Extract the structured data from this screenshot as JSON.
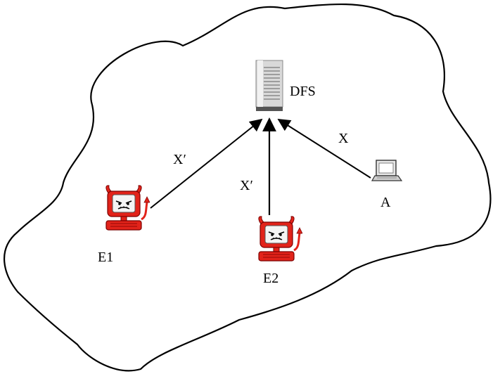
{
  "diagram": {
    "nodes": {
      "server": {
        "label": "DFS",
        "icon": "server-icon"
      },
      "e1": {
        "label": "E1",
        "icon": "devil-computer-icon"
      },
      "e2": {
        "label": "E2",
        "icon": "devil-computer-icon"
      },
      "a": {
        "label": "A",
        "icon": "laptop-icon"
      }
    },
    "edges": {
      "e1_to_server": {
        "label": "X′"
      },
      "e2_to_server": {
        "label": "X′"
      },
      "a_to_server": {
        "label": "X"
      }
    },
    "colors": {
      "outline": "#000000",
      "devil": "#e2231a",
      "server_body": "#d9d9d9",
      "server_base": "#555555"
    }
  }
}
